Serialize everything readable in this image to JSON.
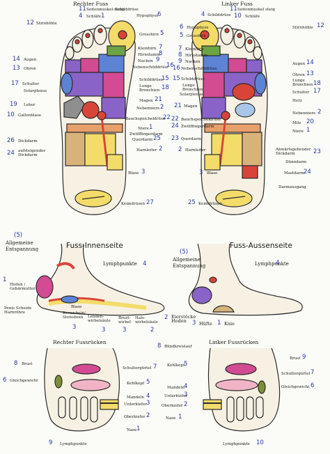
{
  "soles": {
    "right_title": "Rechter Fuss",
    "left_title": "Linker Fuss",
    "right_left_labels": [
      {
        "num": "12",
        "text": "Stirnhöhle"
      },
      {
        "num": "14",
        "text": "Augen"
      },
      {
        "num": "13",
        "text": "Ohren"
      },
      {
        "num": "17",
        "text": "Schulter"
      },
      {
        "num": "",
        "text": "Solarplexus"
      },
      {
        "num": "19",
        "text": "Leber"
      },
      {
        "num": "10",
        "text": "Gallenblase"
      },
      {
        "num": "26",
        "text": "Dickdarm"
      },
      {
        "num": "24",
        "text": "aufsteigender Dickdarm"
      }
    ],
    "right_top_labels": [
      {
        "num": "11",
        "text": "Seitenmuskel-steig"
      },
      {
        "num": "4",
        "text": "Schilddrüse"
      },
      {
        "num": "",
        "text": "Schläfe"
      },
      {
        "num": "1",
        "text": ""
      }
    ],
    "right_right_labels": [
      {
        "num": "6",
        "text": "Hypophyse"
      },
      {
        "num": "5",
        "text": "Grosshirn"
      },
      {
        "num": "7",
        "text": "Kleinhirn"
      },
      {
        "num": "8",
        "text": "Hirnstamm"
      },
      {
        "num": "9",
        "text": "Nacken"
      },
      {
        "num": "16",
        "text": "Nebenschilddrüse"
      },
      {
        "num": "15",
        "text": "Schilddrüse"
      },
      {
        "num": "18",
        "text": "Lunge Bronchien"
      },
      {
        "num": "21",
        "text": "Magen"
      },
      {
        "num": "2",
        "text": "Nebenniere"
      },
      {
        "num": "22",
        "text": "Bauchspeicheldrüse"
      },
      {
        "num": "1",
        "text": "Niere"
      },
      {
        "num": "",
        "text": "Zwölffingerdarm"
      },
      {
        "num": "25",
        "text": "Querdarm"
      },
      {
        "num": "2",
        "text": "Harnleiter"
      },
      {
        "num": "3",
        "text": "Blase"
      },
      {
        "num": "27",
        "text": "Keimdrüsen"
      }
    ],
    "left_top_labels": [
      {
        "num": "4",
        "text": "Schilddrüse"
      },
      {
        "num": "11",
        "text": "Seitenmuskel steig"
      },
      {
        "num": "10",
        "text": "Schläfe"
      }
    ],
    "left_left_labels": [
      {
        "num": "6",
        "text": "Hypophyse"
      },
      {
        "num": "5",
        "text": "Grosshirn"
      },
      {
        "num": "7",
        "text": "Kleinhirn"
      },
      {
        "num": "8",
        "text": "Hirnstamm"
      },
      {
        "num": "9",
        "text": "Nacken"
      },
      {
        "num": "16",
        "text": "Nebenschilddrüse"
      },
      {
        "num": "15",
        "text": "Schilddrüse"
      },
      {
        "num": "",
        "text": "Lunge Bronchien"
      },
      {
        "num": "",
        "text": "Solarplexus"
      },
      {
        "num": "21",
        "text": "Magen"
      },
      {
        "num": "22",
        "text": "Bauchspeicheldrüse"
      },
      {
        "num": "24",
        "text": "Zwölffingerdarm"
      },
      {
        "num": "23",
        "text": "Querdarm"
      },
      {
        "num": "2",
        "text": "Harnleiter"
      },
      {
        "num": "3",
        "text": "Blase"
      },
      {
        "num": "25",
        "text": "Keimdrüsen"
      }
    ],
    "left_right_labels": [
      {
        "num": "12",
        "text": "Stirnhöhle"
      },
      {
        "num": "14",
        "text": "Augen"
      },
      {
        "num": "13",
        "text": "Ohren"
      },
      {
        "num": "18",
        "text": "Lunge Bronchien"
      },
      {
        "num": "17",
        "text": "Schulter"
      },
      {
        "num": "",
        "text": "Herz"
      },
      {
        "num": "2",
        "text": "Nebenniere"
      },
      {
        "num": "20",
        "text": "Milz"
      },
      {
        "num": "1",
        "text": "Niere"
      },
      {
        "num": "23",
        "text": "Abwärtsgehender Dickdarm"
      },
      {
        "num": "",
        "text": "Dünndarm"
      },
      {
        "num": "24",
        "text": "Mastdarm"
      },
      {
        "num": "",
        "text": "Darmausgang"
      }
    ]
  },
  "side": {
    "inner_title": "Fuss-Innenseite",
    "outer_title": "Fuss-Aussenseite",
    "inner_labels": [
      {
        "num": "(5)",
        "text": ""
      },
      {
        "num": "",
        "text": "Allgemeine"
      },
      {
        "num": "",
        "text": "Entspannung"
      },
      {
        "num": "4",
        "text": "Lymphpunkte"
      },
      {
        "num": "1",
        "text": ""
      },
      {
        "num": "",
        "text": "Hoden / Gebärmutter"
      },
      {
        "num": "",
        "text": "Penis Scheide Harnröhre"
      },
      {
        "num": "",
        "text": "Blase"
      },
      {
        "num": "",
        "text": "Kreuz-bein/ Steissbein"
      },
      {
        "num": "",
        "text": "Lenden-wirbelsäule"
      },
      {
        "num": "",
        "text": "Brust-wirbel"
      },
      {
        "num": "",
        "text": "Hals-wirbelsäule"
      },
      {
        "num": "3",
        "text": ""
      },
      {
        "num": "3",
        "text": ""
      },
      {
        "num": "3",
        "text": ""
      },
      {
        "num": "2",
        "text": ""
      }
    ],
    "outer_labels": [
      {
        "num": "(5)",
        "text": ""
      },
      {
        "num": "",
        "text": "Allgemeine"
      },
      {
        "num": "",
        "text": "Entspannung"
      },
      {
        "num": "4",
        "text": "Lymphpunkte"
      },
      {
        "num": "2",
        "text": "Eierstöcke Hoden"
      },
      {
        "num": "3",
        "text": "Hüfte"
      },
      {
        "num": "1",
        "text": "Knie"
      }
    ]
  },
  "dorsal": {
    "right_title": "Rechter Fussrücken",
    "left_title": "Linker Fussrücken",
    "right_labels": [
      {
        "num": "8",
        "text": "Brust"
      },
      {
        "num": "6",
        "text": "Gleichgewicht"
      },
      {
        "num": "",
        "text": "Schultergürtel"
      },
      {
        "num": "",
        "text": "Kehlkopf"
      },
      {
        "num": "",
        "text": "Mandeln"
      },
      {
        "num": "",
        "text": "Unterkiefer"
      },
      {
        "num": "",
        "text": "Oberkiefer"
      },
      {
        "num": "",
        "text": "Nase"
      },
      {
        "num": "7",
        "text": ""
      },
      {
        "num": "5",
        "text": ""
      },
      {
        "num": "4",
        "text": ""
      },
      {
        "num": "3",
        "text": ""
      },
      {
        "num": "2",
        "text": ""
      },
      {
        "num": "1",
        "text": ""
      },
      {
        "num": "9",
        "text": "Lymphpunkte"
      }
    ],
    "left_labels": [
      {
        "num": "8",
        "text": "Blindkreislauf"
      },
      {
        "num": "5",
        "text": "Kehlkopf"
      },
      {
        "num": "",
        "text": "Mandeln"
      },
      {
        "num": "",
        "text": "Unterkiefer"
      },
      {
        "num": "",
        "text": "Oberkiefer"
      },
      {
        "num": "",
        "text": "Nase"
      },
      {
        "num": "4",
        "text": ""
      },
      {
        "num": "3",
        "text": ""
      },
      {
        "num": "2",
        "text": ""
      },
      {
        "num": "1",
        "text": ""
      },
      {
        "num": "9",
        "text": "Brust"
      },
      {
        "num": "",
        "text": "Schultergürtel"
      },
      {
        "num": "6",
        "text": "Gleichgewicht"
      },
      {
        "num": "7",
        "text": ""
      },
      {
        "num": "10",
        "text": "Lymphpunkte"
      }
    ]
  },
  "colors": {
    "outline": "#2a2a2a",
    "skin": "#f7f1e4",
    "purple": "#8a63c9",
    "magenta": "#d24b93",
    "red": "#d84538",
    "orange": "#e8a06a",
    "yellow": "#f3dc6a",
    "tan": "#d7b37a",
    "green": "#6ba444",
    "olive": "#7d8f36",
    "blue": "#5d83d4",
    "lightblue": "#a7c6e8",
    "pink": "#f1b4c6",
    "gray": "#8f8f8f",
    "label_blue": "#2338a0"
  }
}
